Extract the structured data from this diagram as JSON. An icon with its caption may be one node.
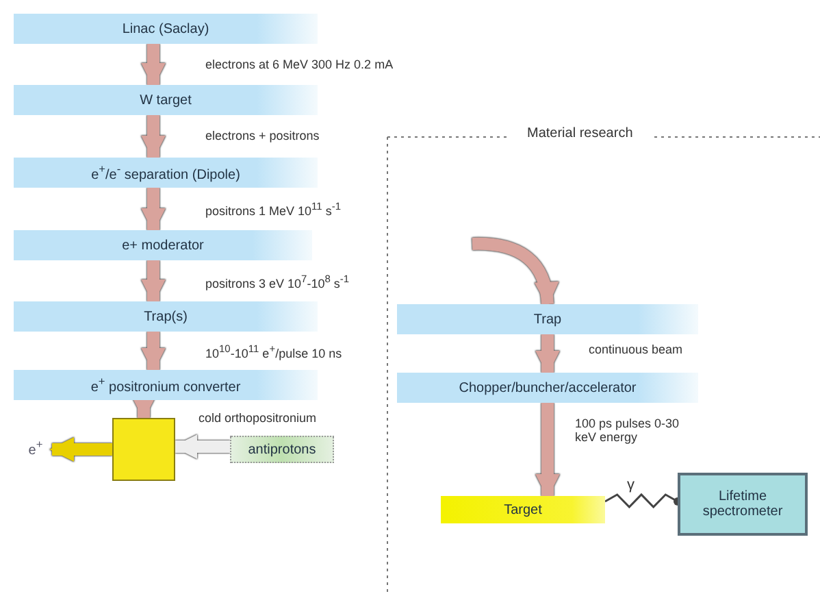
{
  "diagram": {
    "nodes": [
      {
        "text": [
          "Linac (Saclay)"
        ]
      },
      {
        "text": [
          "W target"
        ]
      },
      {
        "text": [
          "e$^{+}$/e$^{-}$ separation (Dipole)"
        ]
      },
      {
        "text": [
          "e+ moderator"
        ]
      },
      {
        "text": [
          "Trap(s)"
        ]
      },
      {
        "text": [
          "e$^{+}$ positronium converter"
        ]
      },
      {
        "text": [],
        "shape": "box"
      },
      {
        "text": [
          "e$^{+}$"
        ]
      },
      {
        "text": [
          "antiprotons"
        ]
      },
      {
        "text": [
          "Trap"
        ]
      },
      {
        "text": [
          "Chopper/buncher/accelerator"
        ]
      },
      {
        "text": [
          "Target"
        ]
      },
      {
        "text": [
          "Lifetime spectrometer"
        ]
      }
    ],
    "edges": [
      {
        "from": 0,
        "to": 1,
        "arrow": "to",
        "label": "electrons at 6 MeV 300 Hz 0.2 mA"
      },
      {
        "from": 1,
        "to": 2,
        "arrow": "to",
        "label": "electrons + positrons"
      },
      {
        "from": 2,
        "to": 3,
        "arrow": "to",
        "label": "positrons 1 MeV 10$^{11}$ s$^{-1}$"
      },
      {
        "from": 3,
        "to": 4,
        "arrow": "to",
        "label": "positrons 3 eV 10$^{7}$-10$^{8}$ s$^{-1}$"
      },
      {
        "from": 4,
        "to": 5,
        "arrow": "to",
        "label": "10$^{10}$-10$^{11}$ e$^{+}$/pulse 10 ns"
      },
      {
        "from": 5,
        "to": 6,
        "arrow": "to",
        "label": "cold orthopositronium"
      },
      {
        "from": 6,
        "to": 7,
        "arrow": "to",
        "color": "#e8d000"
      },
      {
        "from": 8,
        "to": 6,
        "arrow": "to",
        "color": "#eeeeee"
      },
      {
        "from": null,
        "to": 9,
        "arrow": "to"
      },
      {
        "from": 9,
        "to": 10,
        "arrow": "to",
        "label": "continuous beam"
      },
      {
        "from": 10,
        "to": 11,
        "arrow": "to",
        "label": "100 ps pulses 0-30 keV energy"
      },
      {
        "from": 11,
        "to": 12,
        "arrow": "other",
        "label": "γ",
        "color": "#444444"
      }
    ],
    "labels": [
      "Material research"
    ]
  }
}
